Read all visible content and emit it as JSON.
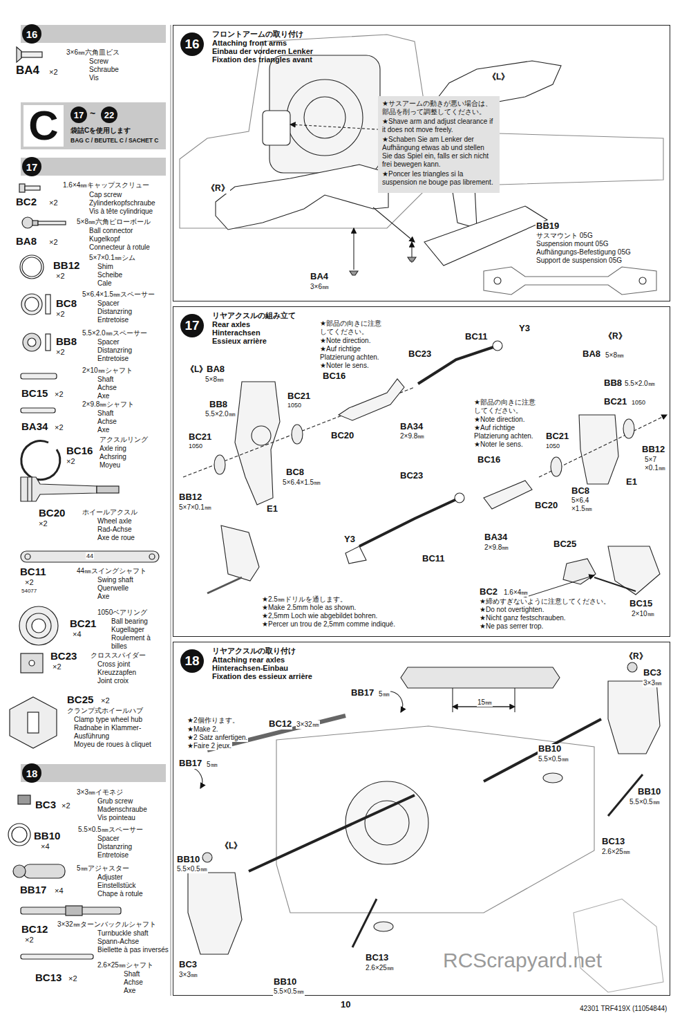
{
  "diagram": {
    "nodes": [
      {
        "text": [
          "16"
        ]
      },
      {
        "text": [
          "C",
          "17",
          "~",
          "22",
          "袋詰Cを使用します",
          "BAG C / BEUTEL C / SACHET C"
        ]
      },
      {
        "text": [
          "17"
        ]
      },
      {
        "text": [
          "18"
        ]
      },
      {
        "text": [
          "16",
          "フロントアームの取り付け",
          "Attaching front arms",
          "Einbau der vorderen Lenker",
          "Fixation des triangles avant"
        ]
      },
      {
        "text": [
          "★サスアームの動きが悪い場合は、 部品を削って調整してください。",
          "★Shave arm and adjust clearance if it does not move freely.",
          "★Schaben Sie am Lenker der Aufhängung etwas ab und stellen Sie das Spiel ein, falls er sich nicht frei bewegen kann.",
          "★Poncer les triangles si la suspension ne bouge pas librement."
        ],
        "in": 4
      },
      {
        "text": [
          "17",
          "リヤアクスルの組み立て",
          "Rear axles",
          "Hinterachsen",
          "Essieux arrière"
        ]
      },
      {
        "text": [
          "18",
          "リヤアクスルの取り付け",
          "Attaching rear axles",
          "Hinterachsen-Einbau",
          "Fixation des essieux arrière"
        ]
      }
    ],
    "labels": [
      "BA4",
      "×2",
      "3×6㎜六角皿ビス",
      "Screw",
      "Schraube",
      "Vis",
      "BC2",
      "×2",
      "1.6×4㎜キャップスクリュー",
      "Cap screw",
      "Zylinderkopfschraube",
      "Vis à tête cylindrique",
      "BA8",
      "×2",
      "5×8㎜六角ピローボール",
      "Ball connector",
      "Kugelkopf",
      "Connecteur à rotule",
      "BB12",
      "×2",
      "5×7×0.1㎜シム",
      "Shim",
      "Scheibe",
      "Cale",
      "BC8",
      "×2",
      "5×6.4×1.5㎜スペーサー",
      "Spacer",
      "Distanzring",
      "Entretoise",
      "BB8",
      "×2",
      "5.5×2.0㎜スペーサー",
      "Spacer",
      "Distanzring",
      "Entretoise",
      "BC15",
      "×2",
      "2×10㎜シャフト",
      "Shaft",
      "Achse",
      "Axe",
      "BA34",
      "×2",
      "2×9.8㎜シャフト",
      "Shaft",
      "Achse",
      "Axe",
      "BC16",
      "×2",
      "アクスルリング",
      "Axle ring",
      "Achsring",
      "Moyeu",
      "BC20",
      "×2",
      "ホイールアクスル",
      "Wheel axle",
      "Rad-Achse",
      "Axe de roue",
      "44",
      "BC11",
      "×2",
      "54077",
      "44㎜スイングシャフト",
      "Swing shaft",
      "Querwelle",
      "Axe",
      "BC21",
      "×4",
      "1050ベアリング",
      "Ball bearing",
      "Kugellager",
      "Roulement à",
      "billes",
      "BC23",
      "×2",
      "クロススパイダー",
      "Cross joint",
      "Kreuzzapfen",
      "Joint croix",
      "BC25",
      "×2",
      "クランプ式ホイールハブ",
      "Clamp type wheel hub",
      "Radnabe in Klammer-",
      "Ausführung",
      "Moyeu de roues à cliquet",
      "BC3",
      "×2",
      "3×3㎜イモネジ",
      "Grub screw",
      "Madenschraube",
      "Vis pointeau",
      "BB10",
      "×4",
      "5.5×0.5㎜スペーサー",
      "Spacer",
      "Distanzring",
      "Entretoise",
      "BB17",
      "×4",
      "5㎜アジャスター",
      "Adjuster",
      "Einstellstück",
      "Chape à rotule",
      "BC12",
      "×2",
      "3×32㎜ターンバックルシャフト",
      "Turnbuckle shaft",
      "Spann-Achse",
      "Biellette à pas inversés",
      "BC13",
      "×2",
      "2.6×25㎜シャフト",
      "Shaft",
      "Achse",
      "Axe",
      "《L》",
      "《R》",
      "BB19",
      "サスマウント 05G",
      "Suspension mount 05G",
      "Aufhängungs-Befestigung 05G",
      "Support de suspension 05G",
      "BA4",
      "3×6㎜",
      "★部品の向きに注意 してください。",
      "★Note direction.",
      "★Auf richtige Platzierung achten.",
      "★Noter le sens.",
      "BC11",
      "Y3",
      "《R》",
      "BC23",
      "BC16",
      "BA8",
      "5×8㎜",
      "BB8",
      "5.5×2.0㎜",
      "BC21",
      "1050",
      "《L》",
      "BA8",
      "5×8㎜",
      "BB8",
      "5.5×2.0㎜",
      "BC21",
      "1050",
      "BC21",
      "1050",
      "BA34",
      "2×9.8㎜",
      "BC20",
      "BC8",
      "5×6.4×1.5㎜",
      "BB12",
      "5×7×0.1㎜",
      "E1",
      "★部品の向きに注意 してください。",
      "★Note direction.",
      "★Auf richtige Platzierung achten.",
      "★Noter le sens.",
      "BC21",
      "1050",
      "BC16",
      "BC23",
      "BB12",
      "5×7 ×0.1㎜",
      "E1",
      "BC8",
      "5×6.4 ×1.5㎜",
      "BC20",
      "BA34",
      "2×9.8㎜",
      "BC25",
      "BC11",
      "Y3",
      "★2.5㎜ドリルを通します。",
      "★Make 2.5mm hole as shown.",
      "★2,5mm Loch wie abgebildet bohren.",
      "★Percer un trou de 2,5mm comme indiqué.",
      "BC2",
      "1.6×4㎜",
      "★締めすぎないように注意してください。",
      "★Do not overtighten.",
      "★Nicht ganz festschrauben.",
      "★Ne pas serrer trop.",
      "BC15",
      "2×10㎜",
      "BB17",
      "5㎜",
      "★2個作ります。",
      "★Make 2.",
      "★2 Satz anfertigen.",
      "★Faire 2 jeux.",
      "BC12",
      "3×32㎜",
      "BB17",
      "5㎜",
      "15㎜",
      "《R》",
      "BC3",
      "3×3㎜",
      "BB10",
      "5.5×0.5㎜",
      "BB10",
      "5.5×0.5㎜",
      "BC13",
      "2.6×25㎜",
      "《L》",
      "BB10",
      "5.5×0.5㎜",
      "BC3",
      "3×3㎜",
      "BB10",
      "5.5×0.5㎜",
      "BC13",
      "2.6×25㎜",
      "10",
      "42301 TRF419X (11054844)",
      "RCScrapyard.net"
    ]
  }
}
